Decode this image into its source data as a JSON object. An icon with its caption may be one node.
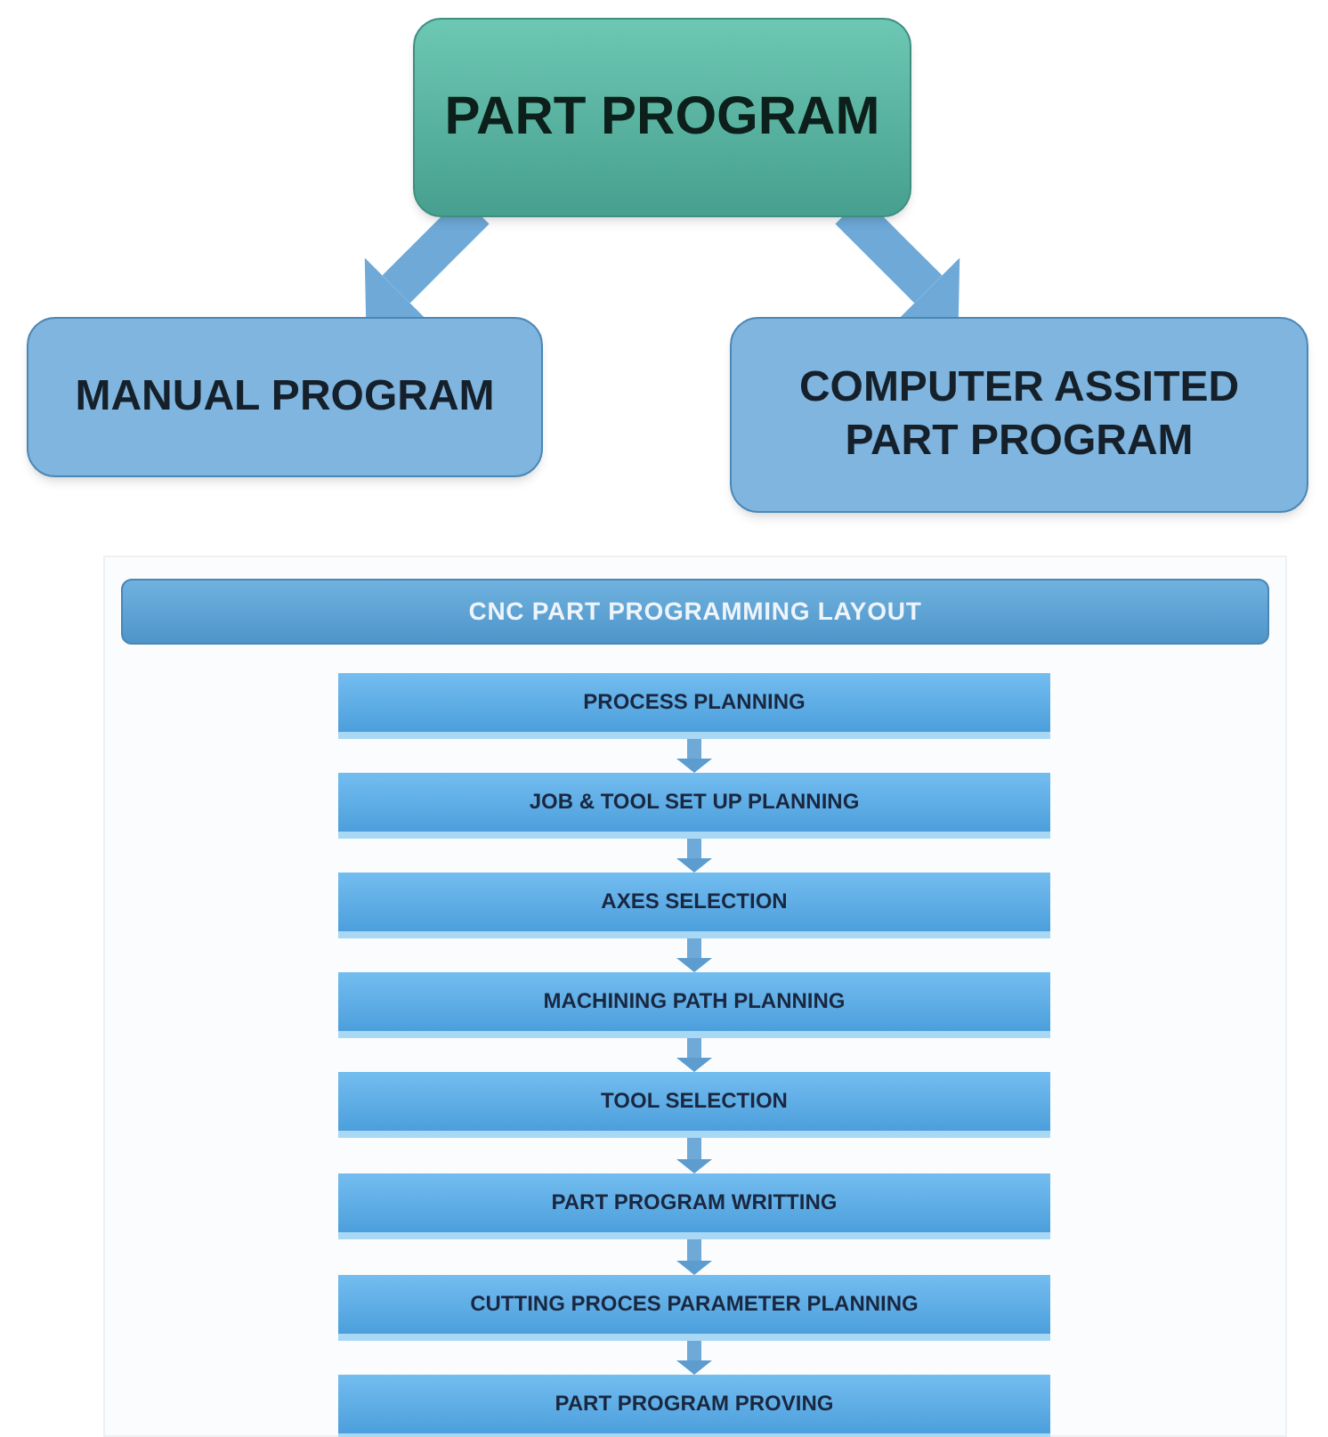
{
  "diagram": {
    "nodes": [
      {
        "text": [
          "PART PROGRAM"
        ]
      },
      {
        "text": [
          "MANUAL PROGRAM"
        ]
      },
      {
        "text": [
          "COMPUTER ASSITED PART PROGRAM"
        ]
      },
      {
        "text": [
          "CNC PART PROGRAMMING LAYOUT"
        ]
      },
      {
        "text": [
          "PROCESS PLANNING"
        ]
      },
      {
        "text": [
          "JOB & TOOL  SET UP PLANNING"
        ]
      },
      {
        "text": [
          "AXES SELECTION"
        ]
      },
      {
        "text": [
          "MACHINING PATH PLANNING"
        ]
      },
      {
        "text": [
          "TOOL SELECTION"
        ]
      },
      {
        "text": [
          "PART PROGRAM WRITTING"
        ]
      },
      {
        "text": [
          "CUTTING PROCES PARAMETER PLANNING"
        ]
      },
      {
        "text": [
          "PART PROGRAM PROVING"
        ]
      }
    ],
    "edges": [
      {
        "from": 0,
        "to": 1,
        "arrow": "to",
        "style": "thick"
      },
      {
        "from": 0,
        "to": 2,
        "arrow": "to",
        "style": "thick"
      },
      {
        "from": 4,
        "to": 5,
        "arrow": "to"
      },
      {
        "from": 5,
        "to": 6,
        "arrow": "to"
      },
      {
        "from": 6,
        "to": 7,
        "arrow": "to"
      },
      {
        "from": 7,
        "to": 8,
        "arrow": "to"
      },
      {
        "from": 8,
        "to": 9,
        "arrow": "to"
      },
      {
        "from": 9,
        "to": 10,
        "arrow": "to"
      },
      {
        "from": 10,
        "to": 11,
        "arrow": "to"
      }
    ]
  }
}
